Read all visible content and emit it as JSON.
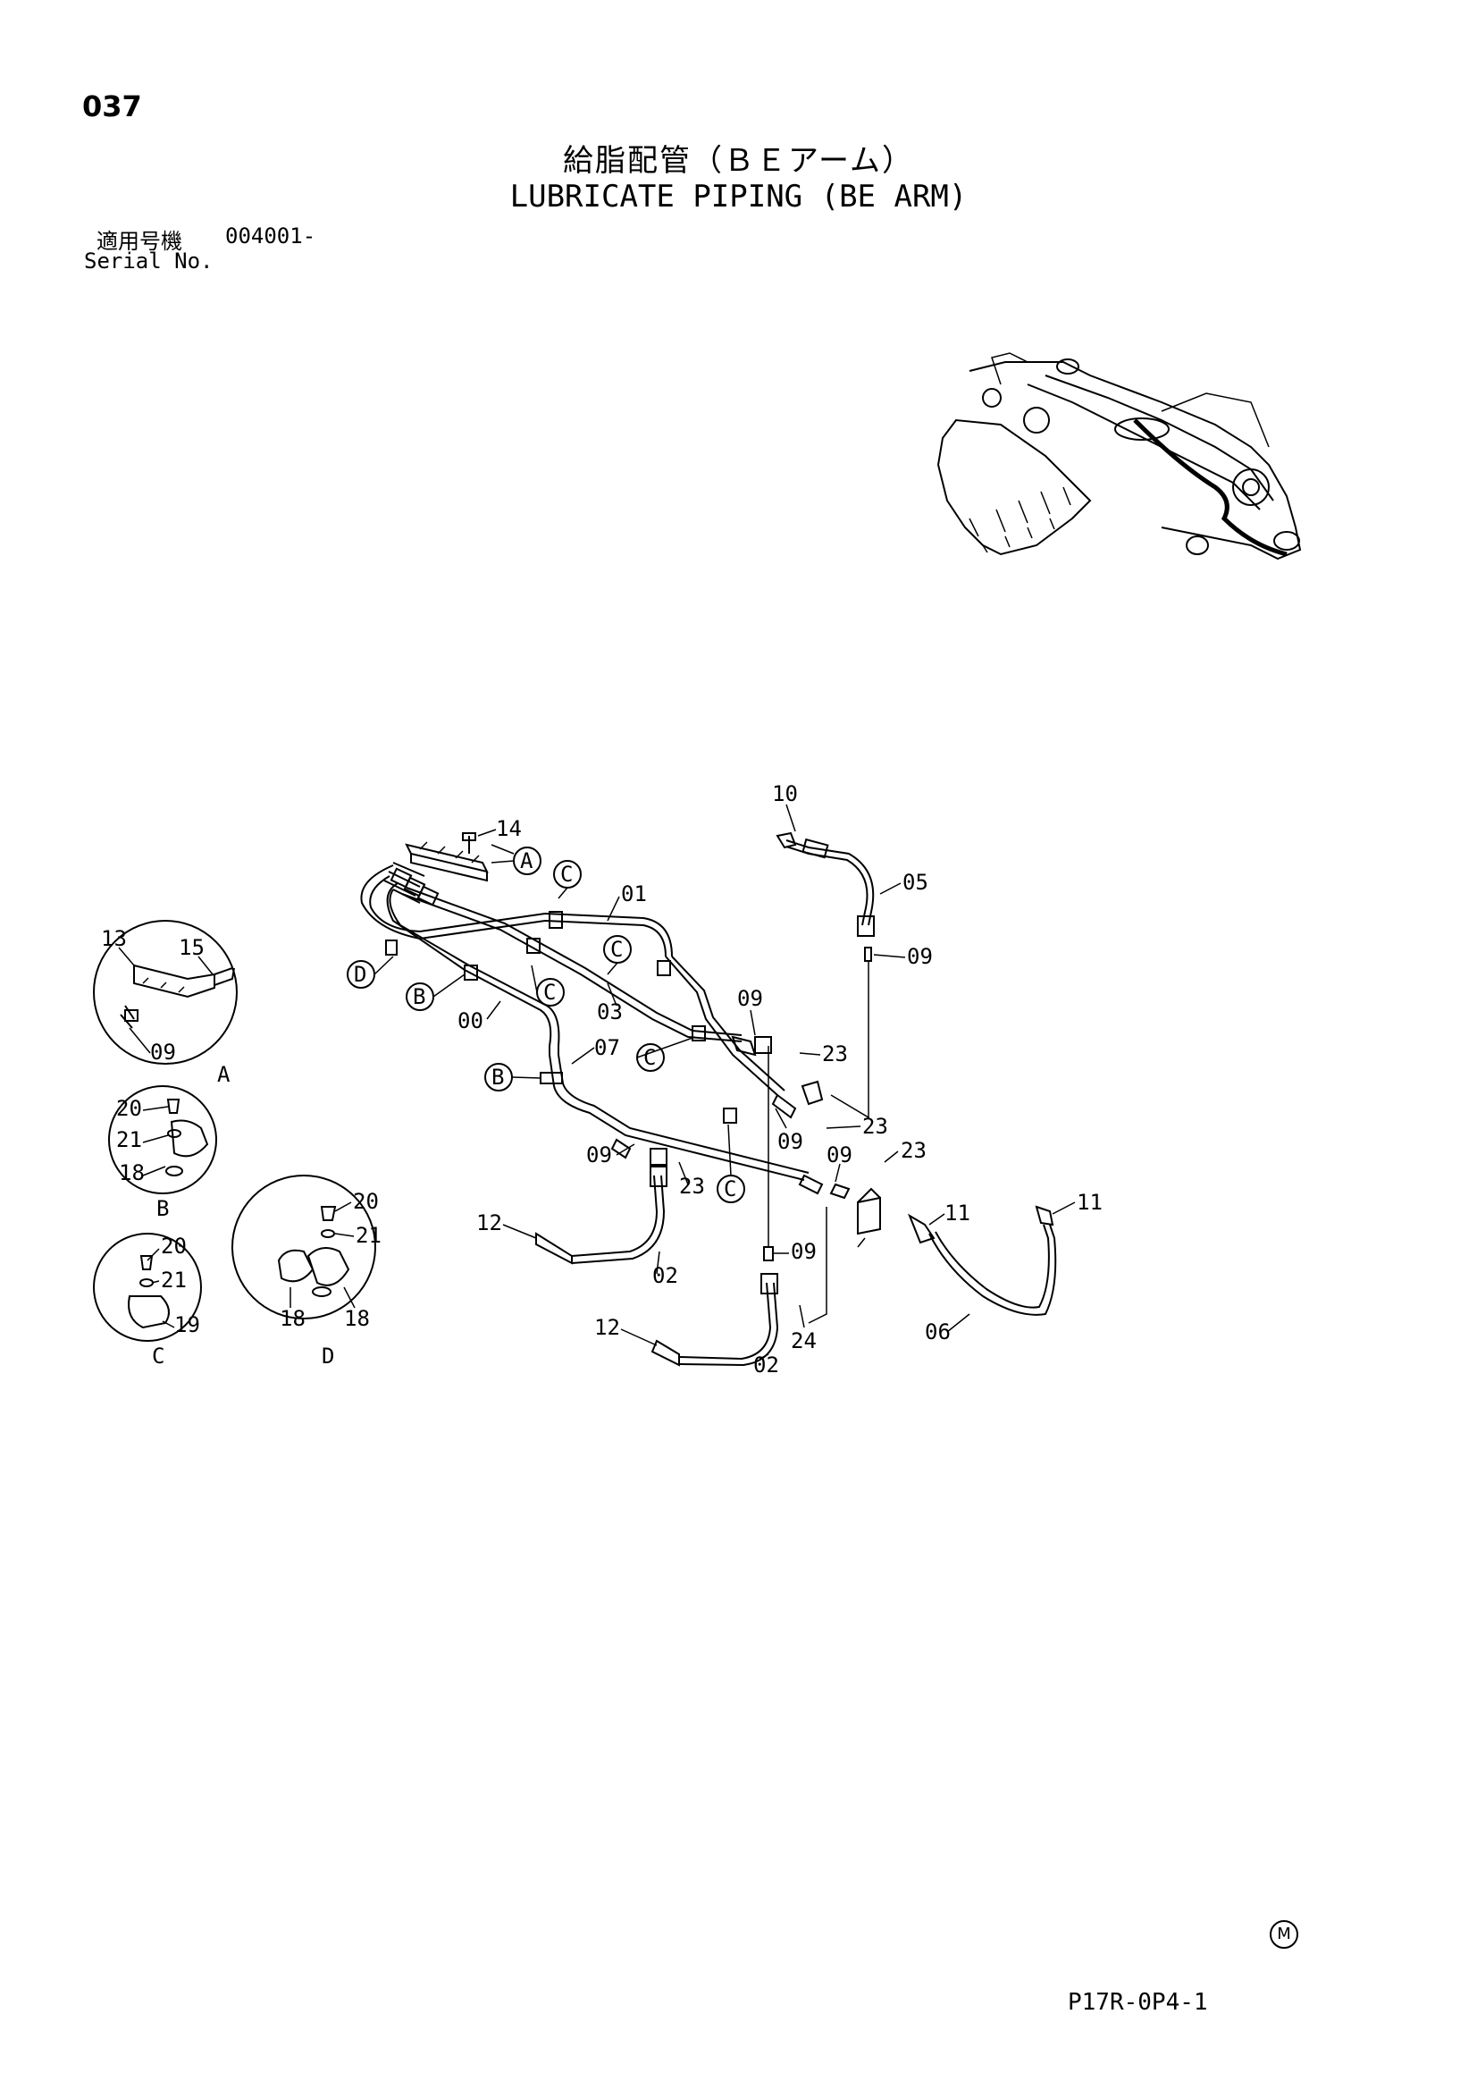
{
  "page_number": "037",
  "title_jp": "給脂配管（ＢＥアーム）",
  "title_en": "LUBRICATE PIPING (BE ARM)",
  "serial": {
    "label_jp": "適用号機",
    "label_en": "Serial No.",
    "value": "004001-"
  },
  "footer_code": "P17R-0P4-1",
  "mark": "M",
  "callouts": [
    "A",
    "B",
    "C",
    "D"
  ],
  "part_numbers": {
    "p00": "00",
    "p01": "01",
    "p02": "02",
    "p03": "03",
    "p05": "05",
    "p06": "06",
    "p07": "07",
    "p09": "09",
    "p10": "10",
    "p11": "11",
    "p12": "12",
    "p13": "13",
    "p14": "14",
    "p15": "15",
    "p18": "18",
    "p19": "19",
    "p20": "20",
    "p21": "21",
    "p23": "23",
    "p24": "24"
  },
  "detail_views": [
    "A",
    "B",
    "C",
    "D"
  ]
}
